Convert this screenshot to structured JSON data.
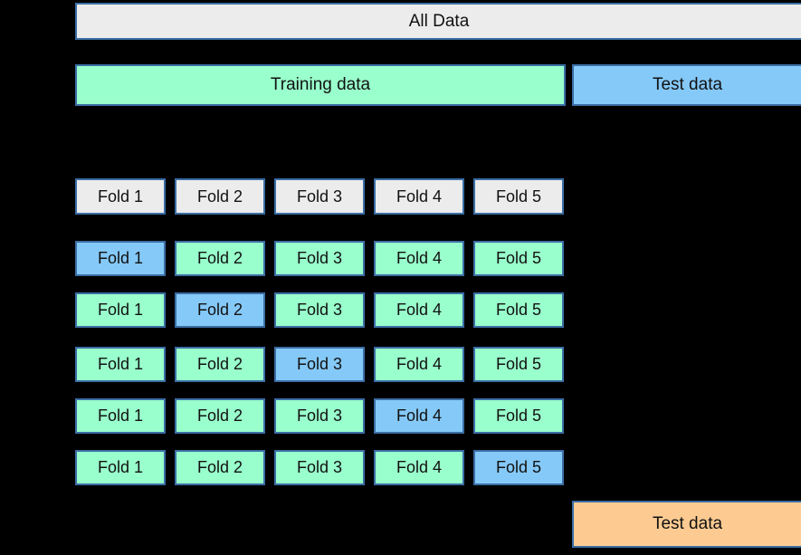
{
  "all_data": {
    "label": "All Data"
  },
  "train_test_split": {
    "training_label": "Training data",
    "test_label": "Test data"
  },
  "folds": {
    "labels": [
      "Fold 1",
      "Fold 2",
      "Fold 3",
      "Fold 4",
      "Fold 5"
    ],
    "splits": [
      {
        "test_fold_index": 0
      },
      {
        "test_fold_index": 1
      },
      {
        "test_fold_index": 2
      },
      {
        "test_fold_index": 3
      },
      {
        "test_fold_index": 4
      }
    ]
  },
  "final_test": {
    "label": "Test data"
  },
  "colors": {
    "background": "#000000",
    "neutral_fill": "#ececec",
    "training_fill": "#99ffcc",
    "test_fill": "#85c9f8",
    "final_test_fill": "#fdcb92",
    "border": "#3b6ea5"
  }
}
